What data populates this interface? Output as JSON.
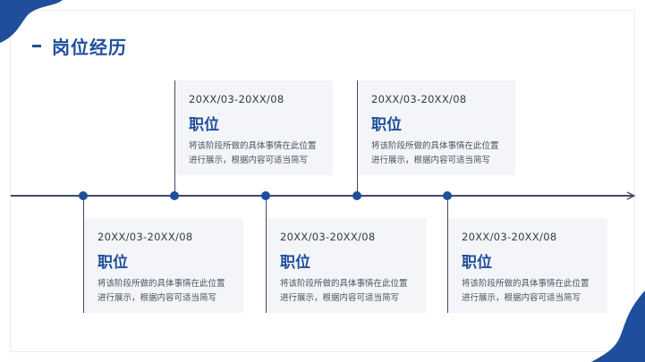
{
  "slide": {
    "title": "岗位经历",
    "colors": {
      "accent": "#1f4e9c",
      "line": "#3f4a63",
      "card": "#f4f5f8"
    }
  },
  "top_items": [
    {
      "date": "20XX/03-20XX/08",
      "role": "职位",
      "desc": "将该阶段所做的具体事情在此位置进行展示，根据内容可适当简写"
    },
    {
      "date": "20XX/03-20XX/08",
      "role": "职位",
      "desc": "将该阶段所做的具体事情在此位置进行展示，根据内容可适当简写"
    }
  ],
  "bottom_items": [
    {
      "date": "20XX/03-20XX/08",
      "role": "职位",
      "desc": "将该阶段所做的具体事情在此位置进行展示，根据内容可适当简写"
    },
    {
      "date": "20XX/03-20XX/08",
      "role": "职位",
      "desc": "将该阶段所做的具体事情在此位置进行展示，根据内容可适当简写"
    },
    {
      "date": "20XX/03-20XX/08",
      "role": "职位",
      "desc": "将该阶段所做的具体事情在此位置进行展示，根据内容可适当简写"
    }
  ]
}
